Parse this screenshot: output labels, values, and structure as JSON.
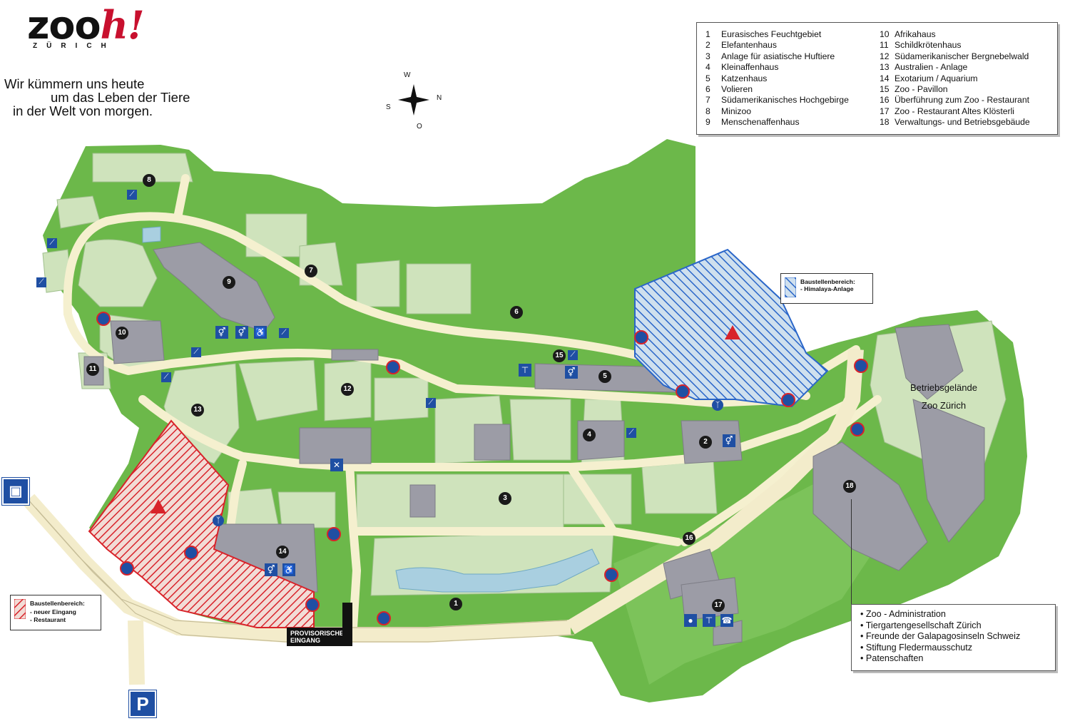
{
  "logo": {
    "main": "zoo",
    "accent": "h!",
    "sub": "ZÜRICH"
  },
  "slogan": [
    "Wir kümmern uns heute",
    "um das Leben der Tiere",
    "in der Welt von morgen."
  ],
  "compass": {
    "w": "W",
    "n": "N",
    "s": "S",
    "o": "O"
  },
  "legend": {
    "left": [
      {
        "num": "1",
        "label": "Eurasisches Feuchtgebiet"
      },
      {
        "num": "2",
        "label": "Elefantenhaus"
      },
      {
        "num": "3",
        "label": "Anlage für asiatische Huftiere"
      },
      {
        "num": "4",
        "label": "Kleinaffenhaus"
      },
      {
        "num": "5",
        "label": "Katzenhaus"
      },
      {
        "num": "6",
        "label": "Volieren"
      },
      {
        "num": "7",
        "label": "Südamerikanisches Hochgebirge"
      },
      {
        "num": "8",
        "label": "Minizoo"
      },
      {
        "num": "9",
        "label": "Menschenaffenhaus"
      }
    ],
    "right": [
      {
        "num": "10",
        "label": "Afrikahaus"
      },
      {
        "num": "11",
        "label": "Schildkrötenhaus"
      },
      {
        "num": "12",
        "label": "Südamerikanischer Bergnebelwald"
      },
      {
        "num": "13",
        "label": "Australien - Anlage"
      },
      {
        "num": "14",
        "label": "Exotarium / Aquarium"
      },
      {
        "num": "15",
        "label": "Zoo - Pavillon"
      },
      {
        "num": "16",
        "label": "Überführung zum Zoo - Restaurant"
      },
      {
        "num": "17",
        "label": "Zoo - Restaurant Altes Klösterli"
      },
      {
        "num": "18",
        "label": "Verwaltungs- und Betriebsgebäude"
      }
    ]
  },
  "info_box": [
    "Zoo - Administration",
    "Tiergartengesellschaft Zürich",
    "Freunde der Galapagosinseln Schweiz",
    "Stiftung Fledermausschutz",
    "Patenschaften"
  ],
  "construction_blue": {
    "title": "Baustellenbereich:",
    "item": "- Himalaya-Anlage"
  },
  "construction_red": {
    "title": "Baustellenbereich:",
    "items": [
      "- neuer Eingang",
      "- Restaurant"
    ]
  },
  "operations_area": [
    "Betriebsgelände",
    "Zoo Zürich"
  ],
  "entrance": [
    "PROVISORISCHER",
    "EINGANG"
  ],
  "parking": "P",
  "markers": [
    "1",
    "2",
    "3",
    "4",
    "5",
    "6",
    "7",
    "8",
    "9",
    "10",
    "11",
    "12",
    "13",
    "14",
    "15",
    "16",
    "17",
    "18"
  ],
  "colors": {
    "meadow": "#6cb84a",
    "enclosure": "#cfe3bc",
    "path": "#f5f0cf",
    "building": "#9c9ca6",
    "blue_sign": "#1f4fa3",
    "red_zone": "#d8232a",
    "blue_zone": "#2a66c9"
  },
  "icons": [
    "wheelchair-icon",
    "toilet-icon",
    "no-entry-icon",
    "stairs-icon",
    "pedestrian-icon",
    "warning-icon",
    "tram-icon",
    "picnic-icon",
    "restaurant-icon",
    "telephone-icon"
  ]
}
